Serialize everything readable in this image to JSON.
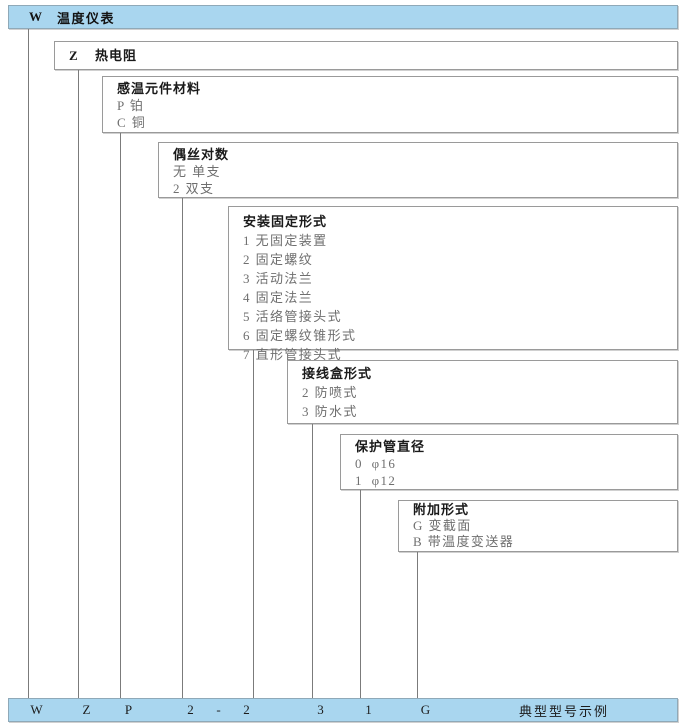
{
  "colors": {
    "header_fill": "#a9d6ef",
    "footer_fill": "#a9d6ef",
    "box_border": "#9a9a9a",
    "line": "#7b7b7b",
    "title_text": "#1a1a1a",
    "item_text": "#6f6f6f"
  },
  "header": {
    "code": "W",
    "label": "温度仪表"
  },
  "levels": [
    {
      "title_code": "Z",
      "title": "热电阻",
      "items": []
    },
    {
      "title_code": "",
      "title": "感温元件材料",
      "items": [
        {
          "code": "P",
          "text": "铂"
        },
        {
          "code": "C",
          "text": "铜"
        }
      ]
    },
    {
      "title_code": "",
      "title": "偶丝对数",
      "items": [
        {
          "code": "无",
          "text": "单支"
        },
        {
          "code": "2",
          "text": "双支"
        }
      ]
    },
    {
      "title_code": "",
      "title": "安装固定形式",
      "items": [
        {
          "code": "1",
          "text": "无固定装置"
        },
        {
          "code": "2",
          "text": "固定螺纹"
        },
        {
          "code": "3",
          "text": "活动法兰"
        },
        {
          "code": "4",
          "text": "固定法兰"
        },
        {
          "code": "5",
          "text": "活络管接头式"
        },
        {
          "code": "6",
          "text": "固定螺纹锥形式"
        },
        {
          "code": "7",
          "text": "直形管接头式"
        }
      ]
    },
    {
      "title_code": "",
      "title": "接线盒形式",
      "items": [
        {
          "code": "2",
          "text": "防喷式"
        },
        {
          "code": "3",
          "text": "防水式"
        }
      ]
    },
    {
      "title_code": "",
      "title": "保护管直径",
      "items": [
        {
          "code": "0",
          "text": "φ16"
        },
        {
          "code": "1",
          "text": "φ12"
        }
      ]
    },
    {
      "title_code": "",
      "title": "附加形式",
      "items": [
        {
          "code": "G",
          "text": "变截面"
        },
        {
          "code": "B",
          "text": "带温度变送器"
        }
      ]
    }
  ],
  "footer": {
    "cells": [
      "W",
      "Z",
      "P",
      "2",
      "-",
      "2",
      "3",
      "1",
      "G"
    ],
    "note": "典型型号示例"
  }
}
